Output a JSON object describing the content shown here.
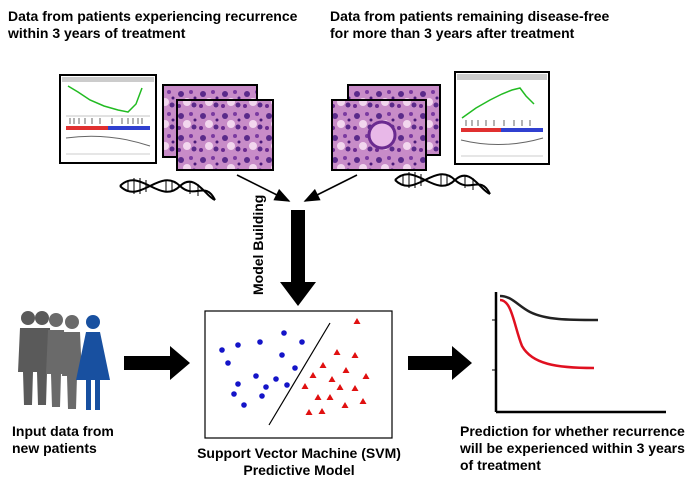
{
  "header_left": "Data from patients experiencing recurrence within 3 years of treatment",
  "header_right": "Data from patients remaining disease-free for more than 3 years after treatment",
  "model_building_label": "Model Building",
  "input_label": "Input data from new patients",
  "svm_label": "Support Vector Machine (SVM) Predictive Model",
  "prediction_label": "Prediction for whether recurrence will be experienced within 3 years of treatment",
  "colors": {
    "class_a": "#1414c8",
    "class_b": "#e01010",
    "curve_black": "#222222",
    "curve_red": "#e01020",
    "people": "#555555",
    "person_front": "#1850a0"
  }
}
